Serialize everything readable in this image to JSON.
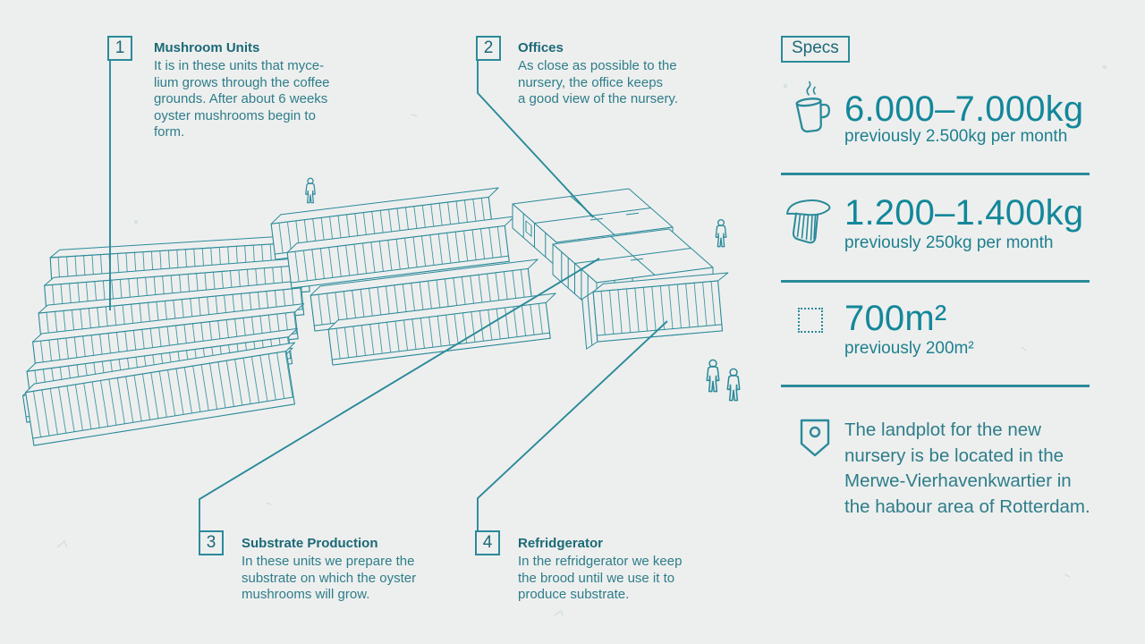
{
  "page": {
    "background_color": "#edefee",
    "accent_color": "#2b8a9a",
    "heading_color": "#1c6977",
    "value_color": "#13879a"
  },
  "callouts": [
    {
      "number": "1",
      "title": "Mushroom Units",
      "lines": [
        "It is in these units that myce-",
        "lium grows through the coffee",
        "grounds. After about 6 weeks",
        "oyster mushrooms begin to",
        "form."
      ]
    },
    {
      "number": "2",
      "title": "Offices",
      "lines": [
        "As close as possible to the",
        "nursery, the office keeps",
        "a good view of the nursery."
      ]
    },
    {
      "number": "3",
      "title": "Substrate Production",
      "lines": [
        "In these units we prepare the",
        "substrate on which the oyster",
        "mushrooms will grow."
      ]
    },
    {
      "number": "4",
      "title": "Refridgerator",
      "lines": [
        "In the refridgerator we keep",
        "the brood until we use it to",
        "produce substrate."
      ]
    }
  ],
  "specs": {
    "label": "Specs",
    "rows": [
      {
        "icon": "coffee-mug-icon",
        "value": "6.000–7.000kg",
        "detail": "previously 2.500kg per month"
      },
      {
        "icon": "mushroom-icon",
        "value": "1.200–1.400kg",
        "detail": "previously 250kg per month"
      },
      {
        "icon": "area-outline-icon",
        "value": "700m²",
        "detail": "previously 200m²"
      }
    ],
    "note_icon": "location-pin-icon",
    "note_lines": [
      "The landplot for the new",
      "nursery is be located in the",
      "Merwe-Vierhavenkwartier in",
      "the habour area of Rotterdam."
    ]
  },
  "scene": {
    "depicts": [
      "mushroom-unit-container-rows",
      "substrate-production-containers",
      "office-building",
      "refrigerator-container"
    ],
    "people_count": 4
  }
}
